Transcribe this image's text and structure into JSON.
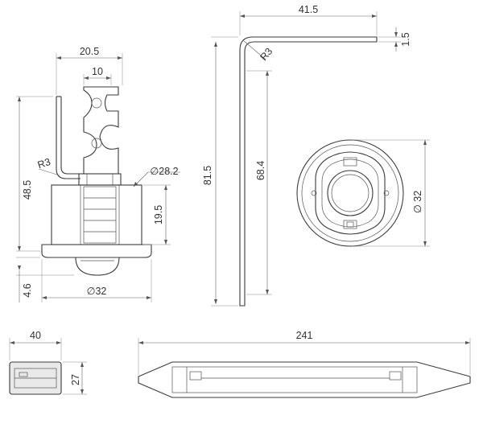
{
  "front_view": {
    "width_top": "20.5",
    "slot_width": "10",
    "total_height": "48.5",
    "bend_radius": "R3",
    "cup_diameter": "∅28.2",
    "cup_height": "19.5",
    "lens_depth": "4.6",
    "flange_diameter": "∅32"
  },
  "bracket_view": {
    "top_length": "41.5",
    "thickness": "1.5",
    "bend_radius": "R3",
    "total_height": "81.5",
    "inner_height": "68.4"
  },
  "bottom_view": {
    "diameter": "∅ 32"
  },
  "driver_end_view": {
    "width": "40",
    "height": "27"
  },
  "driver_side_view": {
    "length": "241"
  }
}
